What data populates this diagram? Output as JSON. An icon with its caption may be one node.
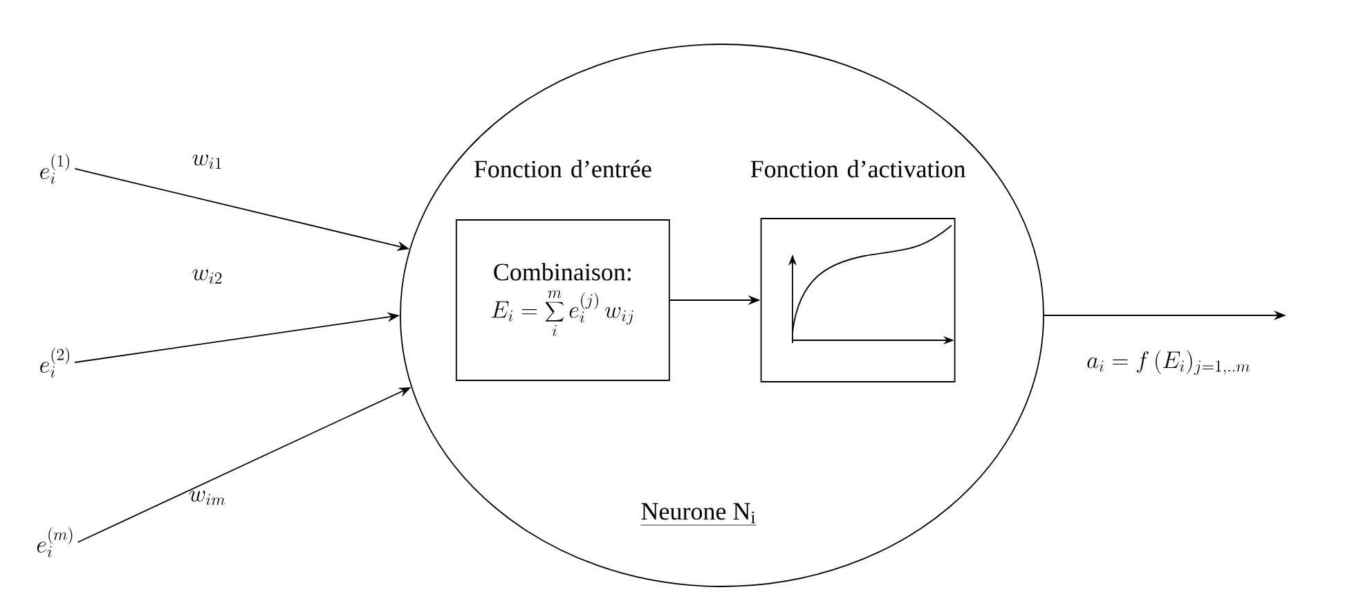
{
  "diagram": {
    "nodes": [
      {
        "text": [
          "e_i^{(1)}"
        ]
      },
      {
        "text": [
          "e_i^{(2)}"
        ]
      },
      {
        "text": [
          "e_i^{(m)}"
        ]
      },
      {
        "text": [
          "Neurone N$_{i}$"
        ]
      },
      {
        "text": [
          "Fonction d’entrée",
          "Combinaison:",
          "E_i=\\sum_{i}^{m} e_i^{(j)}\\, w_{ij}"
        ],
        "in": 3
      },
      {
        "text": [
          "Fonction d’activation"
        ],
        "in": 3
      }
    ],
    "edges": [
      {
        "from": 0,
        "to": 3,
        "arrow": "to",
        "label": "w_{i1}"
      },
      {
        "from": 1,
        "to": 3,
        "arrow": "to",
        "label": "w_{i2}"
      },
      {
        "from": 2,
        "to": 3,
        "arrow": "to",
        "label": "w_{im}"
      },
      {
        "from": 4,
        "to": 5,
        "arrow": "to"
      },
      {
        "from": 3,
        "to": null,
        "arrow": "to",
        "label": "a_i = f\\,(E_i)_{j=1,..m}"
      }
    ]
  }
}
